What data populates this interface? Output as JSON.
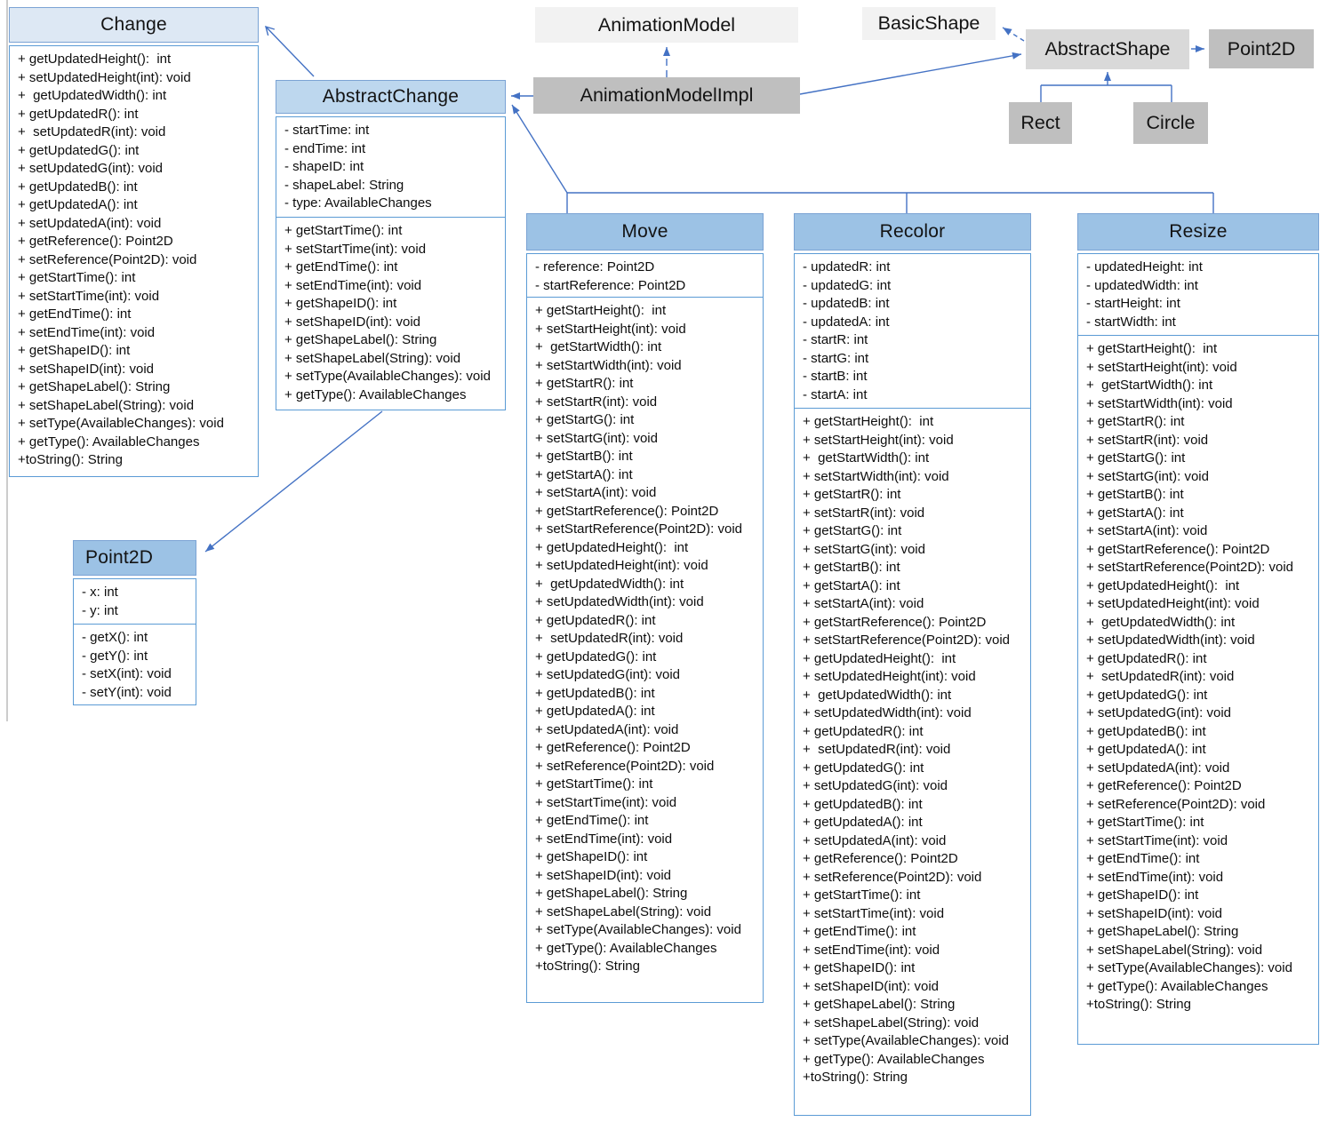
{
  "colors": {
    "header_interface": "#dde8f4",
    "header_abstract": "#bdd7ee",
    "header_concrete": "#9cc2e5",
    "node_light_gray": "#f2f2f2",
    "node_mid_gray": "#d9d9d9",
    "node_dark_gray": "#bfbfbf",
    "box_border_blue": "#5b9bd5",
    "connector_blue": "#4472c4"
  },
  "nodes": {
    "animation_model": {
      "label": "AnimationModel"
    },
    "animation_model_impl": {
      "label": "AnimationModelImpl"
    },
    "basic_shape": {
      "label": "BasicShape"
    },
    "abstract_shape": {
      "label": "AbstractShape"
    },
    "point2d_ref": {
      "label": "Point2D"
    },
    "rect": {
      "label": "Rect"
    },
    "circle": {
      "label": "Circle"
    }
  },
  "classes": {
    "change": {
      "title": "Change",
      "methods": [
        "+ getUpdatedHeight():  int",
        "+ setUpdatedHeight(int): void",
        "+  getUpdatedWidth(): int",
        "+ getUpdatedR(): int",
        "+  setUpdatedR(int): void",
        "+ getUpdatedG(): int",
        "+ setUpdatedG(int): void",
        "+ getUpdatedB(): int",
        "+ getUpdatedA(): int",
        "+ setUpdatedA(int): void",
        "+ getReference(): Point2D",
        "+ setReference(Point2D): void",
        "+ getStartTime(): int",
        "+ setStartTime(int): void",
        "+ getEndTime(): int",
        "+ setEndTime(int): void",
        "+ getShapeID(): int",
        "+ setShapeID(int): void",
        "+ getShapeLabel(): String",
        "+ setShapeLabel(String): void",
        "+ setType(AvailableChanges): void",
        "+ getType(): AvailableChanges",
        "+toString(): String"
      ]
    },
    "abstract_change": {
      "title": "AbstractChange",
      "fields": [
        "- startTime: int",
        "- endTime: int",
        "- shapeID: int",
        "- shapeLabel: String",
        "- type: AvailableChanges"
      ],
      "methods": [
        "+ getStartTime(): int",
        "+ setStartTime(int): void",
        "+ getEndTime(): int",
        "+ setEndTime(int): void",
        "+ getShapeID(): int",
        "+ setShapeID(int): void",
        "+ getShapeLabel(): String",
        "+ setShapeLabel(String): void",
        "+ setType(AvailableChanges): void",
        "+ getType(): AvailableChanges"
      ]
    },
    "move": {
      "title": "Move",
      "fields": [
        "- reference: Point2D",
        "- startReference: Point2D"
      ],
      "methods": [
        "+ getStartHeight():  int",
        "+ setStartHeight(int): void",
        "+  getStartWidth(): int",
        "+ setStartWidth(int): void",
        "+ getStartR(): int",
        "+ setStartR(int): void",
        "+ getStartG(): int",
        "+ setStartG(int): void",
        "+ getStartB(): int",
        "+ getStartA(): int",
        "+ setStartA(int): void",
        "+ getStartReference(): Point2D",
        "+ setStartReference(Point2D): void",
        "+ getUpdatedHeight():  int",
        "+ setUpdatedHeight(int): void",
        "+  getUpdatedWidth(): int",
        "+ setUpdatedWidth(int): void",
        "+ getUpdatedR(): int",
        "+  setUpdatedR(int): void",
        "+ getUpdatedG(): int",
        "+ setUpdatedG(int): void",
        "+ getUpdatedB(): int",
        "+ getUpdatedA(): int",
        "+ setUpdatedA(int): void",
        "+ getReference(): Point2D",
        "+ setReference(Point2D): void",
        "+ getStartTime(): int",
        "+ setStartTime(int): void",
        "+ getEndTime(): int",
        "+ setEndTime(int): void",
        "+ getShapeID(): int",
        "+ setShapeID(int): void",
        "+ getShapeLabel(): String",
        "+ setShapeLabel(String): void",
        "+ setType(AvailableChanges): void",
        "+ getType(): AvailableChanges",
        "+toString(): String"
      ]
    },
    "recolor": {
      "title": "Recolor",
      "fields": [
        "- updatedR: int",
        "- updatedG: int",
        "- updatedB: int",
        "- updatedA: int",
        "- startR: int",
        "- startG: int",
        "- startB: int",
        "- startA: int"
      ],
      "methods": [
        "+ getStartHeight():  int",
        "+ setStartHeight(int): void",
        "+  getStartWidth(): int",
        "+ setStartWidth(int): void",
        "+ getStartR(): int",
        "+ setStartR(int): void",
        "+ getStartG(): int",
        "+ setStartG(int): void",
        "+ getStartB(): int",
        "+ getStartA(): int",
        "+ setStartA(int): void",
        "+ getStartReference(): Point2D",
        "+ setStartReference(Point2D): void",
        "+ getUpdatedHeight():  int",
        "+ setUpdatedHeight(int): void",
        "+  getUpdatedWidth(): int",
        "+ setUpdatedWidth(int): void",
        "+ getUpdatedR(): int",
        "+  setUpdatedR(int): void",
        "+ getUpdatedG(): int",
        "+ setUpdatedG(int): void",
        "+ getUpdatedB(): int",
        "+ getUpdatedA(): int",
        "+ setUpdatedA(int): void",
        "+ getReference(): Point2D",
        "+ setReference(Point2D): void",
        "+ getStartTime(): int",
        "+ setStartTime(int): void",
        "+ getEndTime(): int",
        "+ setEndTime(int): void",
        "+ getShapeID(): int",
        "+ setShapeID(int): void",
        "+ getShapeLabel(): String",
        "+ setShapeLabel(String): void",
        "+ setType(AvailableChanges): void",
        "+ getType(): AvailableChanges",
        "+toString(): String"
      ]
    },
    "resize": {
      "title": "Resize",
      "fields": [
        "- updatedHeight: int",
        "- updatedWidth: int",
        "- startHeight: int",
        "- startWidth: int"
      ],
      "methods": [
        "+ getStartHeight():  int",
        "+ setStartHeight(int): void",
        "+  getStartWidth(): int",
        "+ setStartWidth(int): void",
        "+ getStartR(): int",
        "+ setStartR(int): void",
        "+ getStartG(): int",
        "+ setStartG(int): void",
        "+ getStartB(): int",
        "+ getStartA(): int",
        "+ setStartA(int): void",
        "+ getStartReference(): Point2D",
        "+ setStartReference(Point2D): void",
        "+ getUpdatedHeight():  int",
        "+ setUpdatedHeight(int): void",
        "+  getUpdatedWidth(): int",
        "+ setUpdatedWidth(int): void",
        "+ getUpdatedR(): int",
        "+  setUpdatedR(int): void",
        "+ getUpdatedG(): int",
        "+ setUpdatedG(int): void",
        "+ getUpdatedB(): int",
        "+ getUpdatedA(): int",
        "+ setUpdatedA(int): void",
        "+ getReference(): Point2D",
        "+ setReference(Point2D): void",
        "+ getStartTime(): int",
        "+ setStartTime(int): void",
        "+ getEndTime(): int",
        "+ setEndTime(int): void",
        "+ getShapeID(): int",
        "+ setShapeID(int): void",
        "+ getShapeLabel(): String",
        "+ setShapeLabel(String): void",
        "+ setType(AvailableChanges): void",
        "+ getType(): AvailableChanges",
        "+toString(): String"
      ]
    },
    "point2d": {
      "title": "Point2D",
      "fields": [
        "- x: int",
        "- y: int"
      ],
      "methods": [
        "- getX(): int",
        "- getY(): int",
        "- setX(int): void",
        "- setY(int): void"
      ]
    }
  }
}
